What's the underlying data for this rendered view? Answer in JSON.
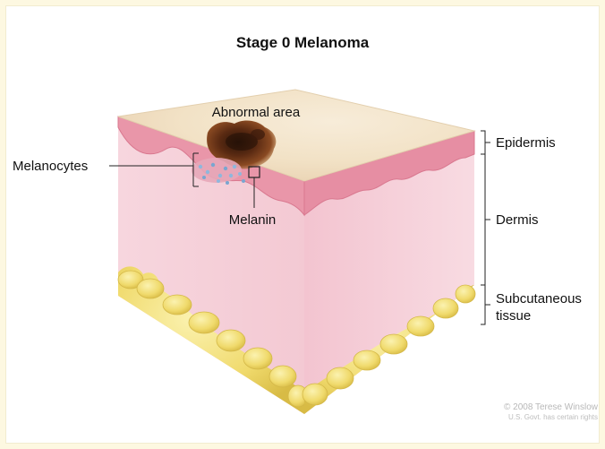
{
  "title": "Stage 0 Melanoma",
  "labels": {
    "abnormal_area": "Abnormal area",
    "melanocytes": "Melanocytes",
    "melanin": "Melanin",
    "epidermis": "Epidermis",
    "dermis": "Dermis",
    "subcutaneous_line1": "Subcutaneous",
    "subcutaneous_line2": "tissue"
  },
  "credit": {
    "line1": "© 2008 Terese Winslow",
    "line2": "U.S. Govt. has certain rights"
  },
  "colors": {
    "page_background": "#fdf8e1",
    "skin_surface": "#f4e6cf",
    "epidermis": "#e996a9",
    "dermis_front": "#f6d2da",
    "dermis_side": "#f0bccb",
    "fat": "#f3e07a",
    "lesion": "#5a2a12",
    "melanocytes": "#8fb7dc"
  }
}
